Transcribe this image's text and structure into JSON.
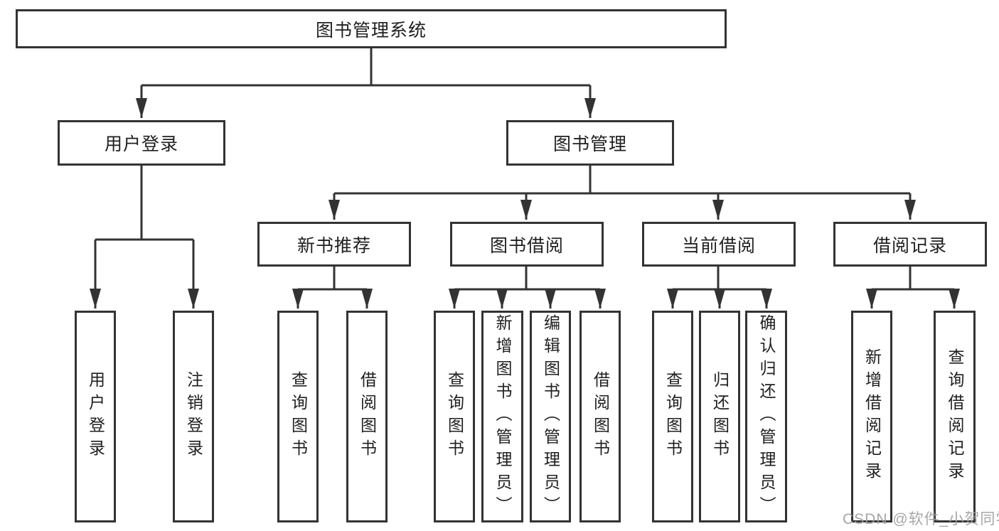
{
  "tree": {
    "label": "图书管理系统",
    "children": [
      {
        "label": "用户登录",
        "children": [
          {
            "label": "用户登录"
          },
          {
            "label": "注销登录"
          }
        ]
      },
      {
        "label": "图书管理",
        "children": [
          {
            "label": "新书推荐",
            "children": [
              {
                "label": "查询图书"
              },
              {
                "label": "借阅图书"
              }
            ]
          },
          {
            "label": "图书借阅",
            "children": [
              {
                "label": "查询图书"
              },
              {
                "label": "新增图书（管理员）"
              },
              {
                "label": "编辑图书（管理员）"
              },
              {
                "label": "借阅图书"
              }
            ]
          },
          {
            "label": "当前借阅",
            "children": [
              {
                "label": "查询图书"
              },
              {
                "label": "归还图书"
              },
              {
                "label": "确认归还（管理员）"
              }
            ]
          },
          {
            "label": "借阅记录",
            "children": [
              {
                "label": "新增借阅记录"
              },
              {
                "label": "查询借阅记录"
              }
            ]
          }
        ]
      }
    ]
  },
  "watermark": "CSDN @软件_小贺同学",
  "colors": {
    "line": "#333333",
    "box_border": "#333333",
    "text": "#1f1f1f",
    "background": "#ffffff",
    "watermark": "#9e9e9e"
  }
}
